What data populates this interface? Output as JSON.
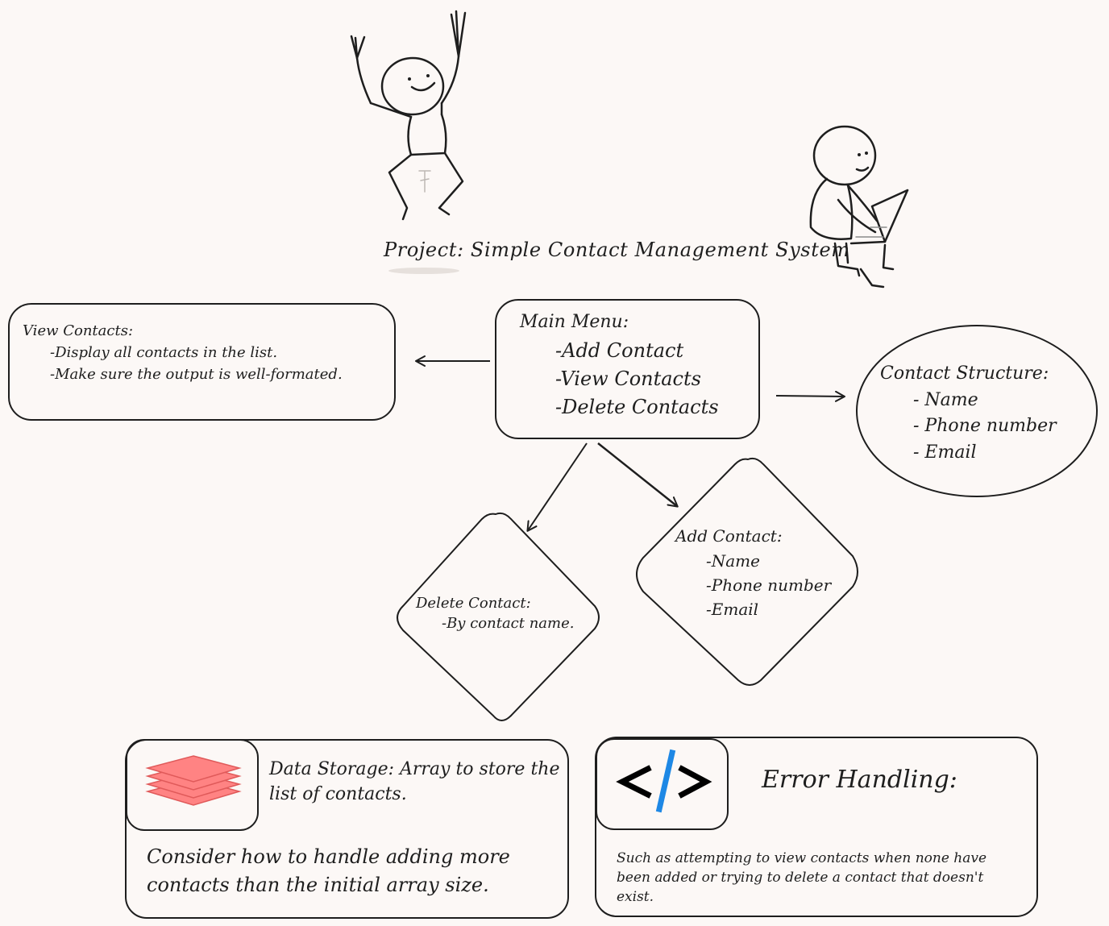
{
  "title": "Project: Simple Contact Management System",
  "view_contacts": {
    "title": "View Contacts:",
    "items": [
      "-Display all contacts in the list.",
      "-Make sure the output is well-formated."
    ]
  },
  "main_menu": {
    "title": "Main Menu:",
    "items": [
      "-Add Contact",
      "-View Contacts",
      "-Delete Contacts"
    ]
  },
  "contact_structure": {
    "title": "Contact Structure:",
    "items": [
      "- Name",
      "- Phone number",
      "- Email"
    ]
  },
  "delete_contact": {
    "title": "Delete Contact:",
    "item": "-By contact name."
  },
  "add_contact": {
    "title": "Add Contact:",
    "items": [
      "-Name",
      "-Phone number",
      "-Email"
    ]
  },
  "data_storage": {
    "text": "Data Storage: Array to store the list of contacts.",
    "note": "Consider how to handle adding more contacts than the initial array size."
  },
  "error_handling": {
    "title": "Error Handling:",
    "description": "Such as attempting to view contacts when none have been added or trying to delete a contact that doesn't exist."
  },
  "icons": [
    "cheering-stick-figure-icon",
    "laptop-stick-figure-icon",
    "stacked-layers-icon",
    "code-brackets-icon"
  ],
  "colors": {
    "stroke": "#1e1e1e",
    "background": "#fcf8f6",
    "layers": "#ff8383",
    "code_slash": "#1e88e5"
  }
}
